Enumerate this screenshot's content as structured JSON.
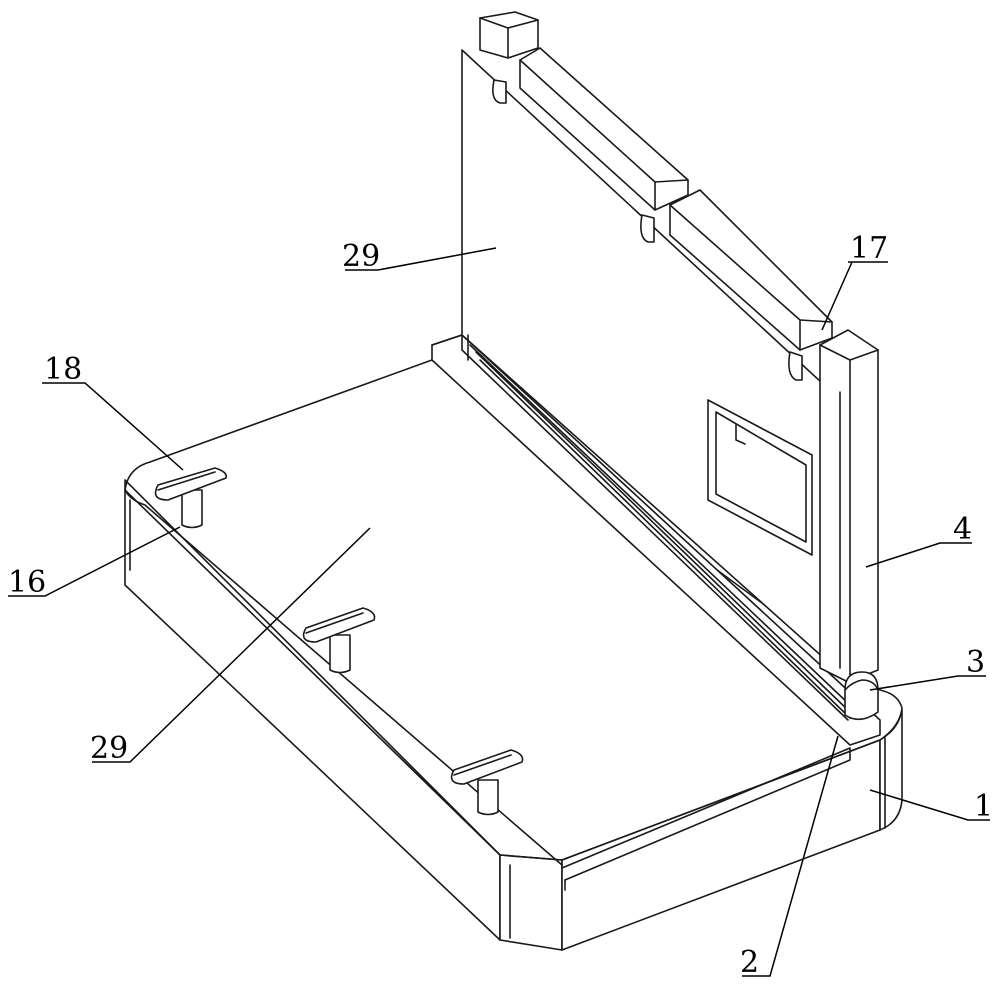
{
  "figure": {
    "labels": [
      {
        "id": "label-29-top",
        "text": "29"
      },
      {
        "id": "label-17",
        "text": "17"
      },
      {
        "id": "label-18",
        "text": "18"
      },
      {
        "id": "label-16",
        "text": "16"
      },
      {
        "id": "label-4",
        "text": "4"
      },
      {
        "id": "label-3",
        "text": "3"
      },
      {
        "id": "label-1",
        "text": "1"
      },
      {
        "id": "label-29-bottom",
        "text": "29"
      },
      {
        "id": "label-2",
        "text": "2"
      }
    ]
  }
}
